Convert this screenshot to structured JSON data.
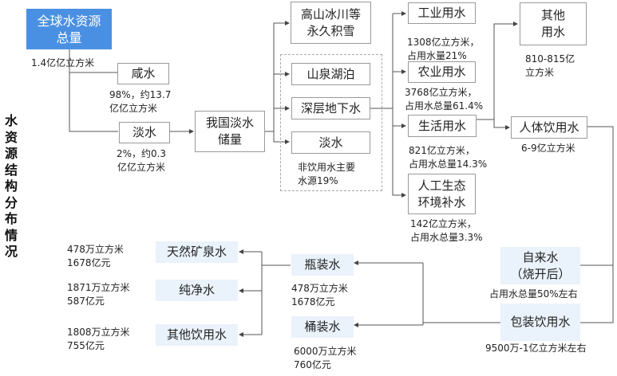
{
  "side_title": "水资源结构分布情况",
  "nodes": {
    "global_total": "全球水资源\n总量",
    "salt_water": "咸水",
    "fresh_water": "淡水",
    "china_fresh": "我国淡水\n储量",
    "glacier": "高山冰川等\n永久积雪",
    "spring_lake": "山泉湖泊",
    "deep_ground": "深层地下水",
    "fresh_water2": "淡水",
    "industrial": "工业用水",
    "agricultural": "农业用水",
    "domestic": "生活用水",
    "eco": "人工生态\n环境补水",
    "other_use": "其他\n用水",
    "drinking": "人体饮用水",
    "tap": "自来水\n（烧开后）",
    "packaged": "包装饮用水",
    "bottled": "瓶装水",
    "barrel": "桶装水",
    "mineral": "天然矿泉水",
    "purified": "纯净水",
    "other_drink": "其他饮用水"
  },
  "notes": {
    "global_total": "1.4亿亿立方米",
    "salt_water": "98%，约13.7\n亿亿立方米",
    "fresh_water": "2%，约0.3\n亿亿立方米",
    "non_drinking": "非饮用水主要\n水源19%",
    "industrial": "1308亿立方米，\n占用水量21%",
    "agricultural": "3768亿立方米，\n占用水总量61.4%",
    "domestic": "821亿立方米，\n占用水总量14.3%",
    "eco": "142亿立方米，\n占用水总量3.3%",
    "other_use": "810-815亿\n立方米",
    "drinking": "6-9亿立方米",
    "tap": "占用水总量50%左右",
    "packaged": "9500万-1亿立方米左右",
    "bottled": "478万立方米\n1678亿元",
    "barrel": "6000万立方米\n760亿元",
    "mineral": "478万立方米\n1678亿元",
    "purified": "1871万立方米\n587亿元",
    "other_drink": "1808万立方米\n755亿元"
  },
  "colors": {
    "root_fill": "#4a90e2",
    "soft_fill": "#eaf2fb",
    "line": "#555555"
  }
}
